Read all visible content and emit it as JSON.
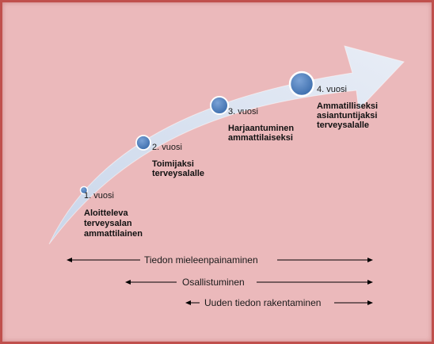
{
  "stages": [
    {
      "year": "1. vuosi",
      "lines": [
        "Aloitteleva",
        "terveysalan",
        "ammattilainen"
      ]
    },
    {
      "year": "2. vuosi",
      "lines": [
        "Toimijaksi",
        "terveysalalle"
      ]
    },
    {
      "year": "3. vuosi",
      "lines": [
        "Harjaantuminen",
        "ammattilaiseksi"
      ]
    },
    {
      "year": "4. vuosi",
      "lines": [
        "Ammatilliseksi",
        "asiantuntijaksi",
        "terveysalalle"
      ]
    }
  ],
  "arrows": [
    {
      "label": "Tiedon mieleenpainaminen"
    },
    {
      "label": "Osallistuminen"
    },
    {
      "label": "Uuden tiedon rakentaminen"
    }
  ],
  "colors": {
    "background": "#ebb9bb",
    "border": "#c0504d",
    "ribbon": "#dbe4f0",
    "circle": "#4f81bd"
  }
}
